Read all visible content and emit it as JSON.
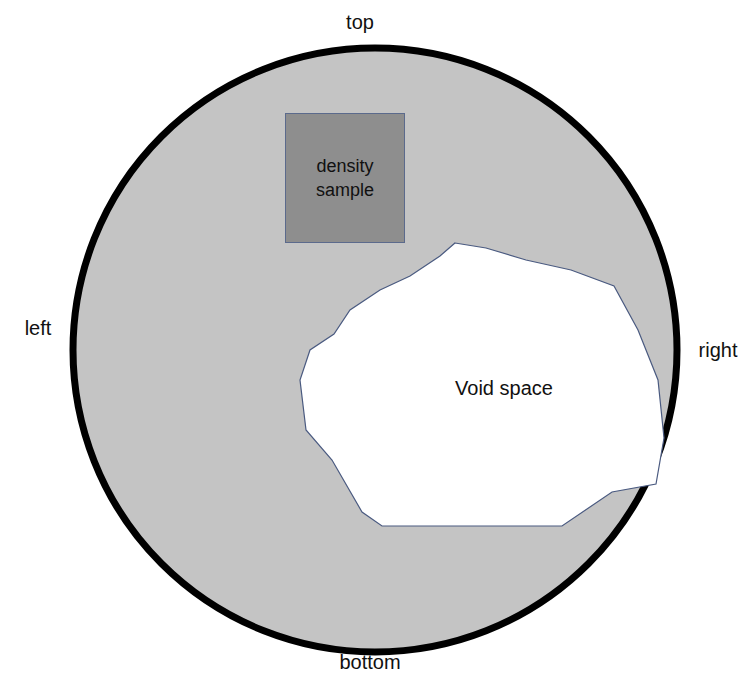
{
  "diagram": {
    "nodes": [
      {
        "text": [
          "density sample"
        ]
      },
      {
        "text": [
          "Void space"
        ]
      }
    ],
    "labels": [
      "top",
      "left",
      "right",
      "bottom"
    ]
  }
}
